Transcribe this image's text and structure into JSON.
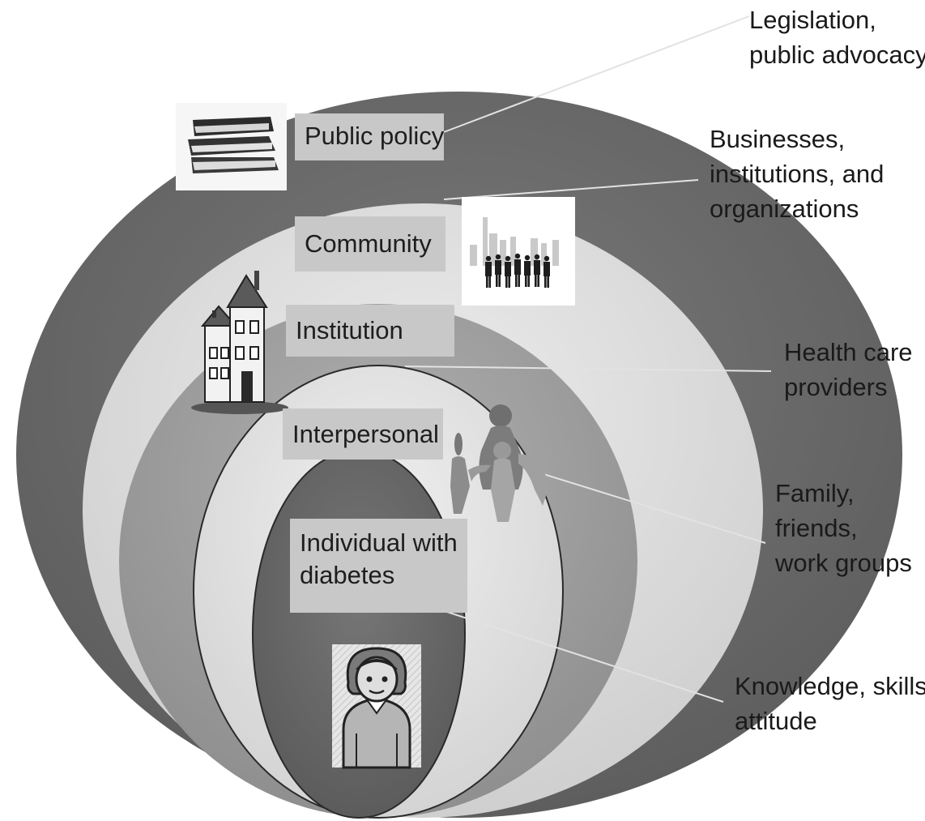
{
  "levels": {
    "public_policy": "Public policy",
    "community": "Community",
    "institution": "Institution",
    "interpersonal": "Interpersonal",
    "individual": [
      "Individual with",
      "diabetes"
    ]
  },
  "influences": {
    "public_policy": [
      "Legislation,",
      "public advocacy"
    ],
    "community": [
      "Businesses,",
      "institutions, and",
      "organizations"
    ],
    "institution": [
      "Health care",
      "providers"
    ],
    "interpersonal": [
      "Family,",
      "friends,",
      "work groups"
    ],
    "individual": [
      "Knowledge, skills ,",
      "attitude"
    ]
  },
  "icons": [
    "books-icon",
    "city-crowd-icon",
    "buildings-icon",
    "family-icon",
    "woman-icon"
  ],
  "colors": {
    "outer_ring": "#6e6e6e",
    "community_ring": "#d9d9d9",
    "institution_ring": "#a3a3a3",
    "interpersonal_ring": "#e3e3e3",
    "core": "#6a6a6a",
    "label_box": "#c8c8c8"
  }
}
